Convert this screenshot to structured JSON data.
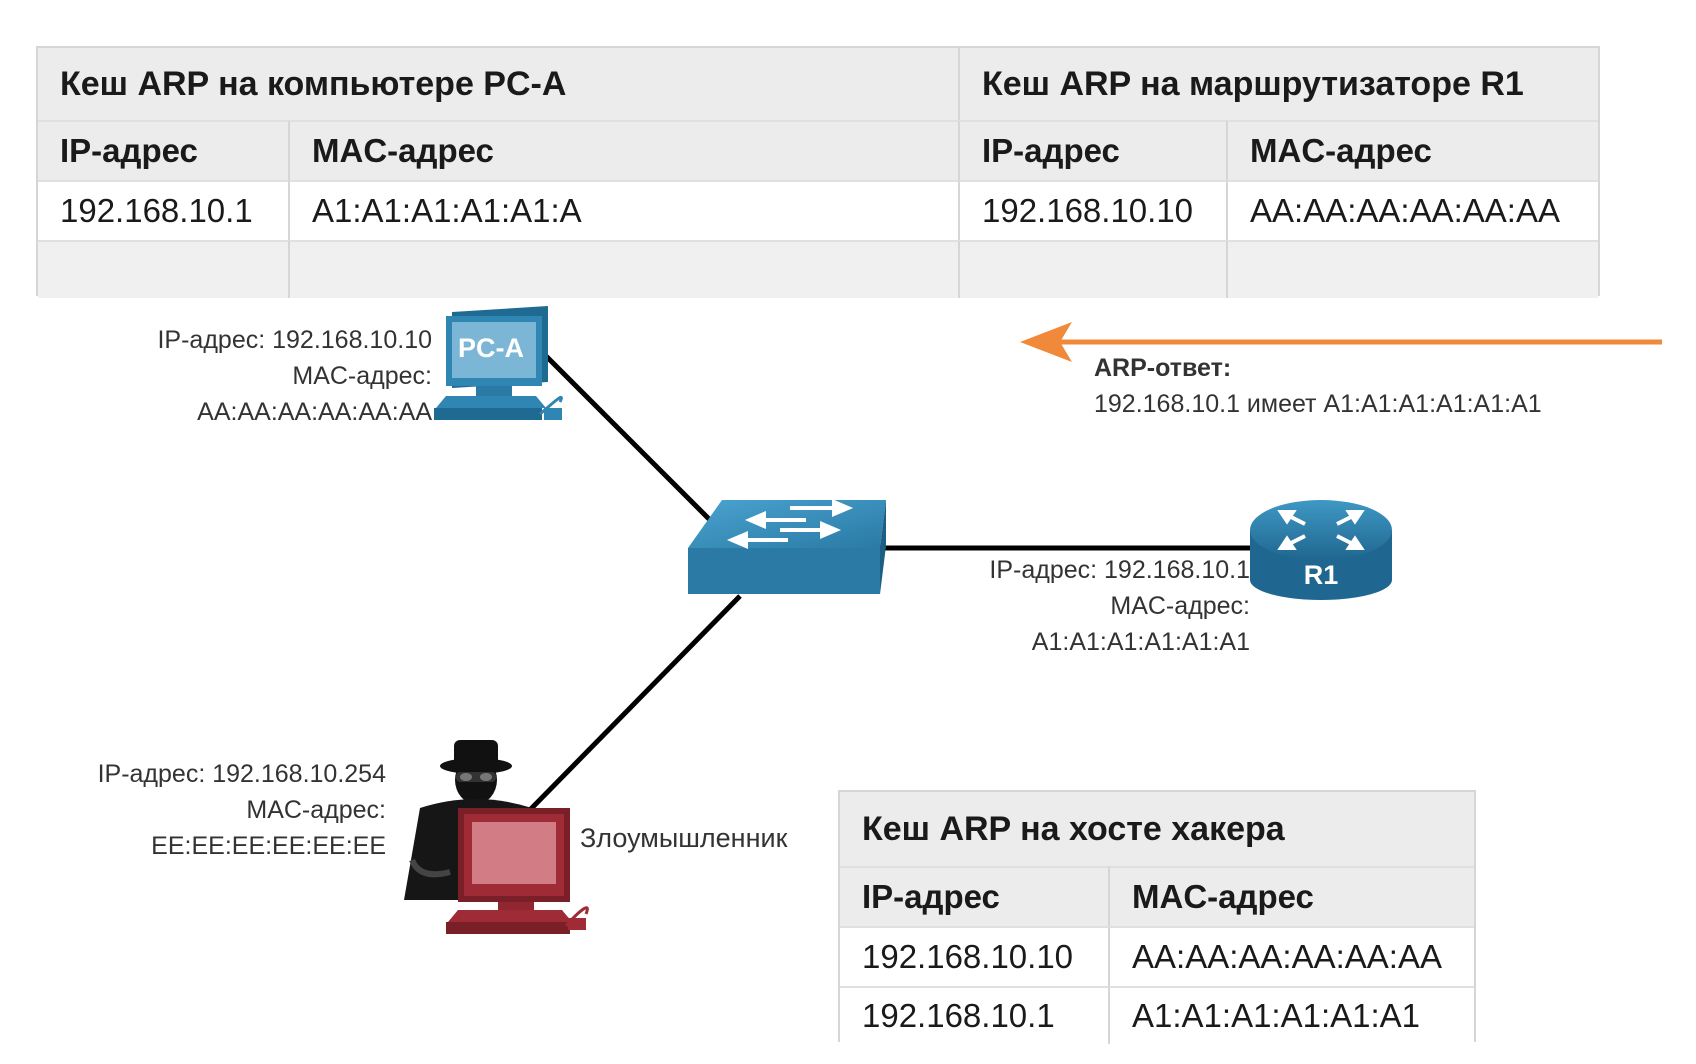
{
  "tables": {
    "pca": {
      "title": "Кеш ARP на компьютере PC-A",
      "ip_header": "IP-адрес",
      "mac_header": "MAC-адрес",
      "rows": [
        {
          "ip": "192.168.10.1",
          "mac": "A1:A1:A1:A1:A1:A"
        }
      ]
    },
    "r1": {
      "title": "Кеш ARP на маршрутизаторе R1",
      "ip_header": "IP-адрес",
      "mac_header": "MAC-адрес",
      "rows": [
        {
          "ip": "192.168.10.10",
          "mac": "AA:AA:AA:AA:AA:AA"
        }
      ]
    },
    "hacker": {
      "title": "Кеш ARP на хосте хакера",
      "ip_header": "IP-адрес",
      "mac_header": "MAC-адрес",
      "rows": [
        {
          "ip": "192.168.10.10",
          "mac": "AA:AA:AA:AA:AA:AA"
        },
        {
          "ip": "192.168.10.1",
          "mac": "A1:A1:A1:A1:A1:A1"
        }
      ]
    }
  },
  "devices": {
    "pca": {
      "name": "PC-A",
      "ip_line": "IP-адрес: 192.168.10.10",
      "mac_label": "MAC-адрес:",
      "mac": "AA:AA:AA:AA:AA:AA",
      "color": "#2f86b2"
    },
    "r1": {
      "name": "R1",
      "ip_line": "IP-адрес: 192.168.10.1",
      "mac_label": "MAC-адрес:",
      "mac": "A1:A1:A1:A1:A1:A1",
      "color": "#2d7ea8"
    },
    "attacker": {
      "name": "Злоумышленник",
      "ip_line": "IP-адрес: 192.168.10.254",
      "mac_label": "MAC-адрес:",
      "mac": "EE:EE:EE:EE:EE:EE",
      "color": "#9e2b35"
    },
    "switch": {
      "color": "#2a7aa5"
    }
  },
  "arp_reply": {
    "title": "ARP-ответ:",
    "text": "192.168.10.1 имеет A1:A1:A1:A1:A1:A1",
    "arrow_color": "#f08a3a"
  }
}
